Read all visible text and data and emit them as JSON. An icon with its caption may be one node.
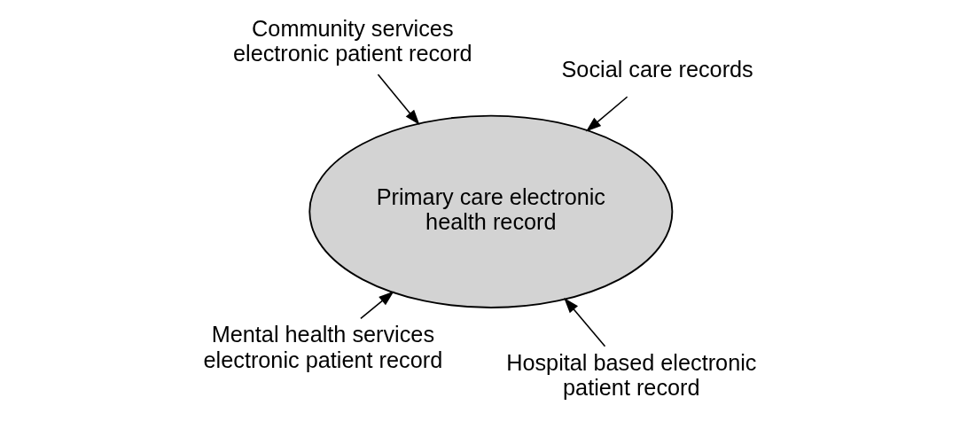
{
  "diagram": {
    "nodes": [
      {
        "text": [
          "Mental health services electronic patient record"
        ]
      },
      {
        "text": [
          "Hospital based electronic patient record"
        ]
      },
      {
        "text": [
          "Primary care electronic health record"
        ]
      },
      {
        "text": [
          "Community services electronic patient record"
        ]
      },
      {
        "text": [
          "Social care records"
        ]
      }
    ],
    "edges": [
      {
        "from": 0,
        "to": 2,
        "arrow": "to"
      },
      {
        "from": 1,
        "to": 2,
        "arrow": "to"
      },
      {
        "from": 3,
        "to": 2,
        "arrow": "to"
      },
      {
        "from": 4,
        "to": 2,
        "arrow": "to"
      }
    ]
  }
}
